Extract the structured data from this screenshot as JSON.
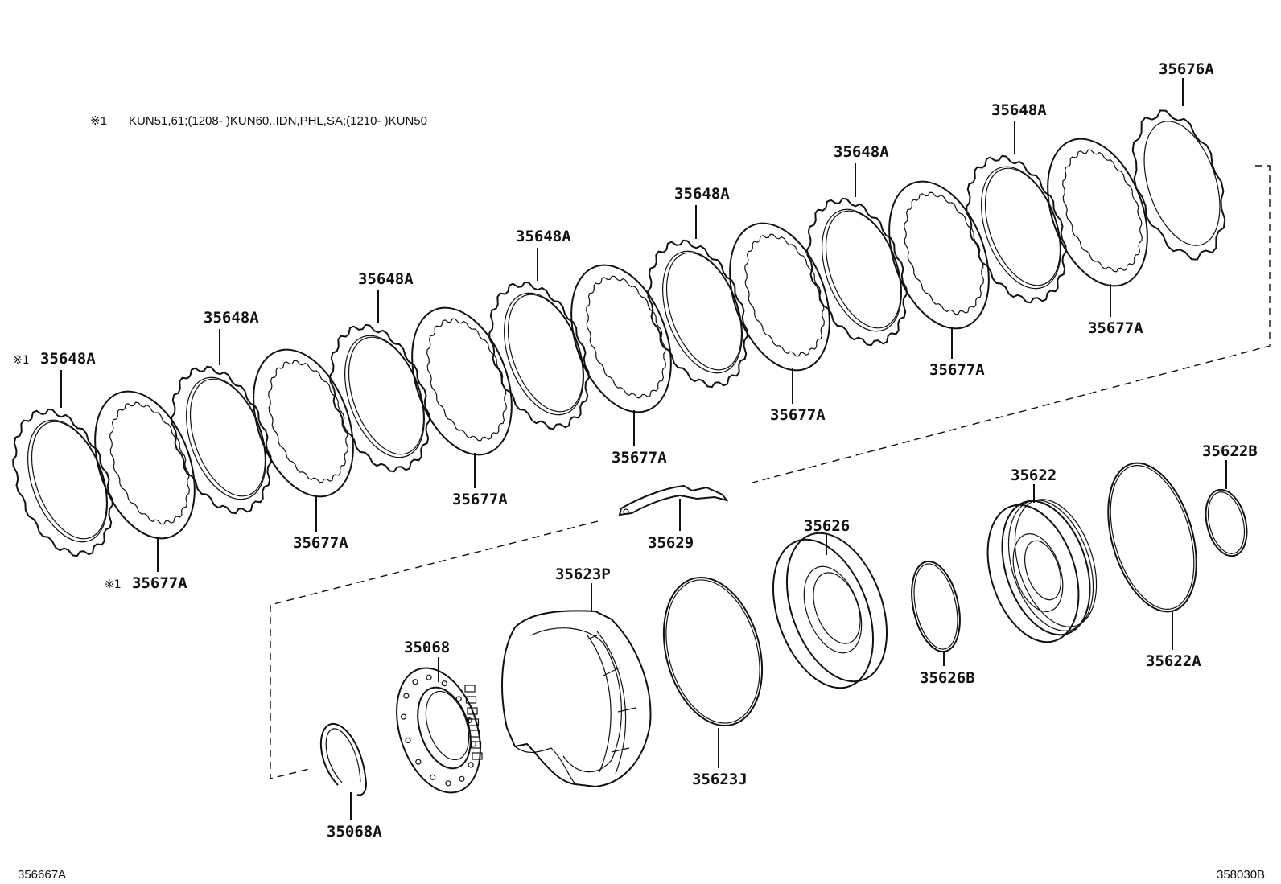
{
  "note": {
    "mark": "※1",
    "text": "KUN51,61;(1208-        )KUN60..IDN,PHL,SA;(1210-        )KUN50"
  },
  "codes": {
    "left": "356667A",
    "right": "358030B"
  },
  "labels": {
    "disc_1": "35648A",
    "plate_1": "35677A",
    "disc_2": "35648A",
    "plate_2": "35677A",
    "disc_3": "35648A",
    "plate_3": "35677A",
    "disc_4": "35648A",
    "plate_4": "35677A",
    "disc_5": "35648A",
    "plate_5": "35677A",
    "disc_6": "35648A",
    "plate_6": "35677A",
    "disc_7": "35648A",
    "plate_7": "35677A",
    "flange": "35676A",
    "snap_ring_small": "35629",
    "snap_ring": "35068A",
    "spring_retainer": "35068",
    "clutch_drum": "35623P",
    "o_ring_large": "35623J",
    "piston": "35626",
    "o_ring_piston": "35626B",
    "cylinder": "35622",
    "o_ring_outer": "35622A",
    "o_ring_small": "35622B"
  },
  "marks": {
    "disc_1": "※1",
    "plate_1": "※1"
  }
}
